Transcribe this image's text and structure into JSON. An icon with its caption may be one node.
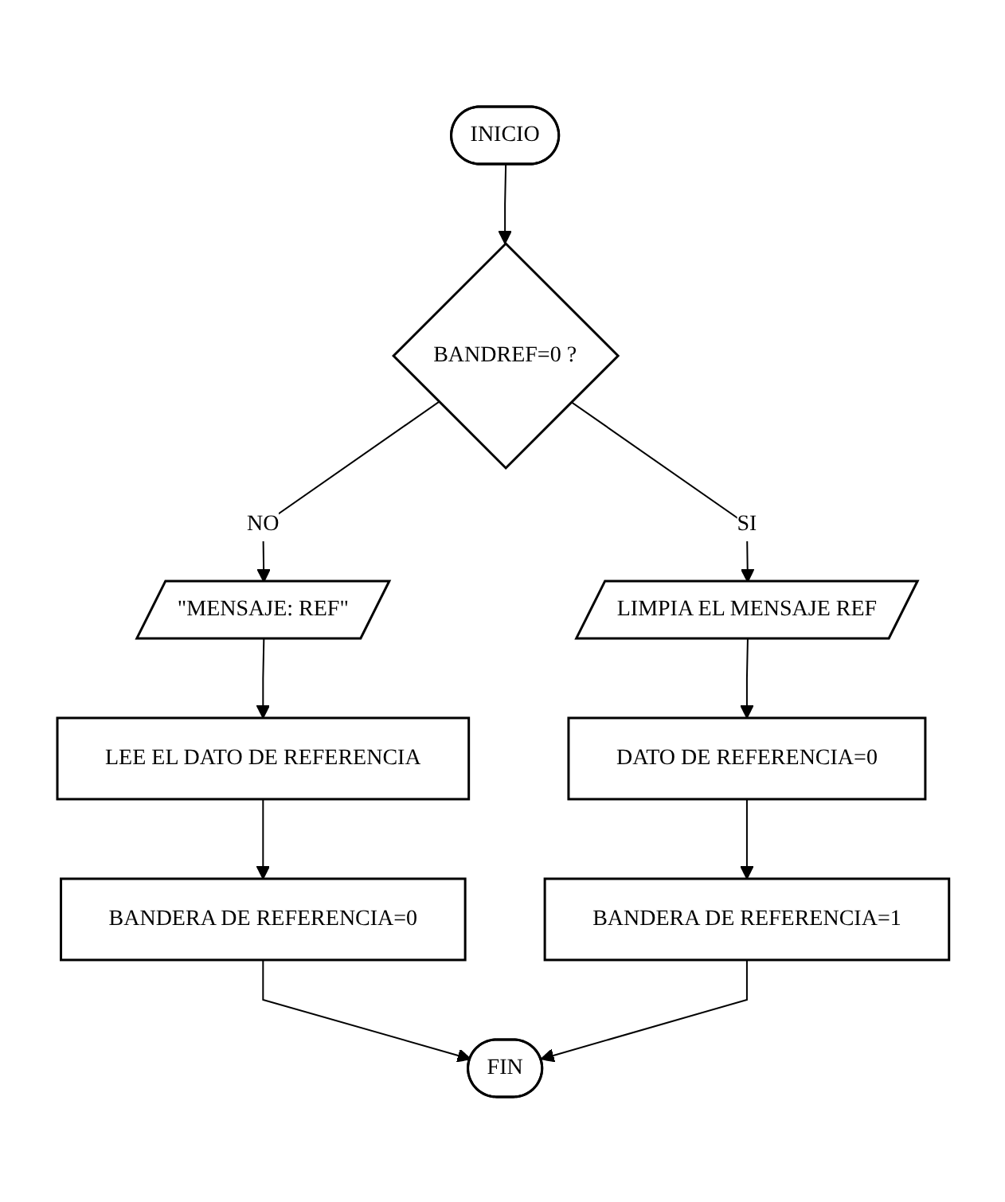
{
  "diagram": {
    "nodes": [
      {
        "text": [
          "INICIO"
        ]
      },
      {
        "text": [
          "BANDREF=0 ?"
        ]
      },
      {
        "text": [
          "\"MENSAJE: REF\""
        ]
      },
      {
        "text": [
          "LIMPIA EL MENSAJE REF"
        ]
      },
      {
        "text": [
          "LEE EL DATO DE REFERENCIA"
        ]
      },
      {
        "text": [
          "DATO DE REFERENCIA=0"
        ]
      },
      {
        "text": [
          "BANDERA DE REFERENCIA=0"
        ]
      },
      {
        "text": [
          "BANDERA DE REFERENCIA=1"
        ]
      },
      {
        "text": [
          "FIN"
        ]
      }
    ],
    "edges": [
      {
        "from": 0,
        "to": 1,
        "arrow": "to"
      },
      {
        "from": 1,
        "to": 2,
        "arrow": "to",
        "label": "NO"
      },
      {
        "from": 1,
        "to": 3,
        "arrow": "to",
        "label": "SI"
      },
      {
        "from": 2,
        "to": 4,
        "arrow": "to"
      },
      {
        "from": 4,
        "to": 6,
        "arrow": "to"
      },
      {
        "from": 3,
        "to": 5,
        "arrow": "to"
      },
      {
        "from": 5,
        "to": 7,
        "arrow": "to"
      },
      {
        "from": 6,
        "to": 8,
        "arrow": "to"
      },
      {
        "from": 7,
        "to": 8,
        "arrow": "to"
      }
    ]
  }
}
